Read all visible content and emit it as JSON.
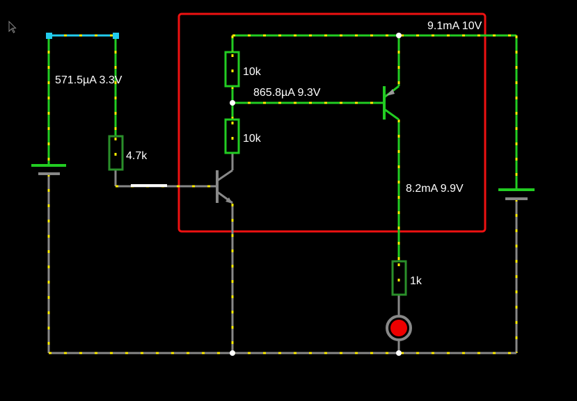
{
  "app": {
    "type": "circuit-simulator"
  },
  "colors": {
    "background": "#000000",
    "wire_live": "#22cc22",
    "wire_ground": "#888888",
    "wire_switch": "#22ccee",
    "current_dots": "#ffee00",
    "selection_box": "#ee1111",
    "led": "#ee0000",
    "text": "#ffffff"
  },
  "labels": {
    "left_loop": "571.5µA 3.3V",
    "top_right": "9.1mA 10V",
    "mid_branch": "865.8µA 9.3V",
    "collector": "8.2mA 9.9V"
  },
  "components": {
    "r_top": "10k",
    "r_mid": "10k",
    "r_base": "4.7k",
    "r_led": "1k"
  },
  "icons": {
    "cursor": "mouse-pointer-icon"
  }
}
